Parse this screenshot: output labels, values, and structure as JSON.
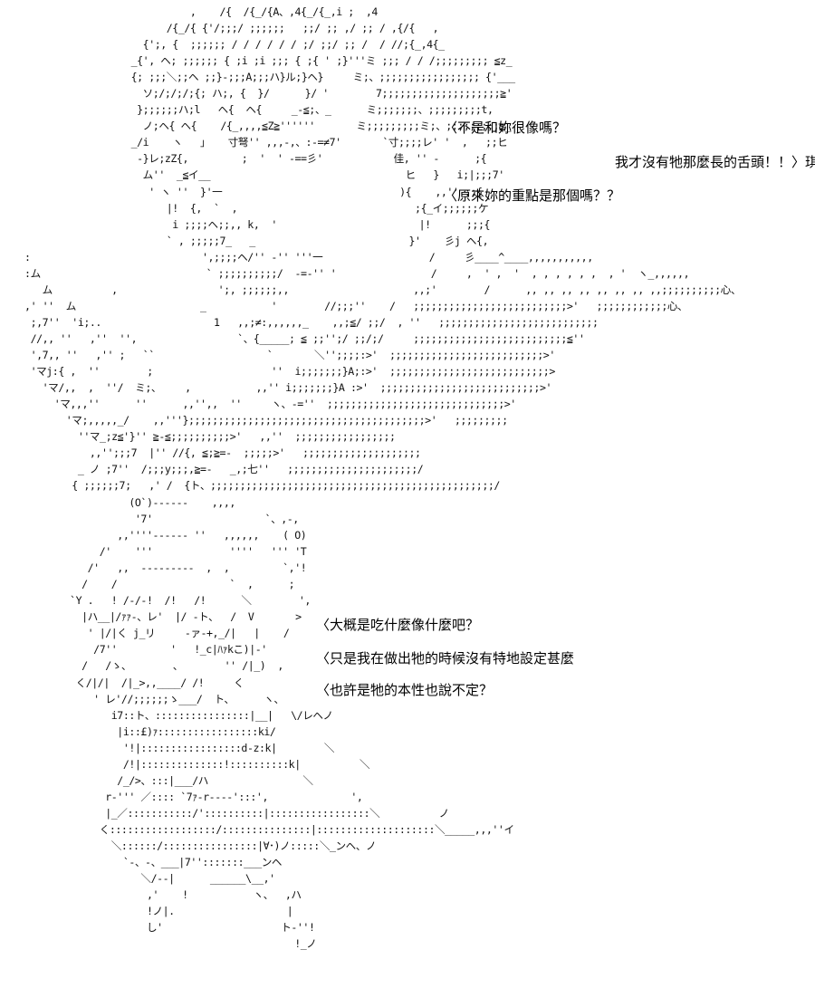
{
  "art_top": [
    "                              ,    /{  /{_/{A、,4{_/{_,i ;  ,4",
    "                          /{_/{ {'/;;;/ ;;;;;;   ;;/ ;; ,/ ;; / ,{/{   ,",
    "                      {';, {  ;;;;;; / / / / / / ;/ ;;/ ;; /  / //;{_,4{_",
    "                    _{', ヘ; ;;;;;; { ;i ;i ;;; { ;{ ' ;}'''ミ ;;; / / /;;;;;;;;; ≦z_",
    "                    {; ;;;＼;;ヘ ;;}-;;;A;;;ハ}ル;}ヘ}     ミ;、;;;;;;;;;;;;;;;;; {'___",
    "                      ソ;/;/;/;{; ハ;, {  }/      }/ '        7;;;;;;;;;;;;;;;;;;;;≧'",
    "                     };;;;;;ハ;l   ヘ{  ヘ{     _-≦;、_      ミ;;;;;;;、;;;;;;;;;t,",
    "                      ノ;ヘ{ ヘ{    /{_,,,,≦Z≧''''''       ミ;;;;;;;;;ミ;、;;;;;;;;;≦_",
    "                    _/i    ヽ   」   寸弩'' ,,,-,、:-=≠7'       `寸;;;;レ' '  ,   ;;ヒ",
    "                     -}レ;zZ{,         ;  '  ' -==彡'            佳, '' -      ;{",
    "                      ム''  _≦イ__                                 ヒ   }   i;|;;;7'",
    "                       ' ヽ ''  }'一                              ){    ,,'' ;;{",
    "                          |!  {,  `  ,                              ;{_イ;;;;;;ケ",
    "                           i ;;;;ヘ;;,, k,  '                        |!      ;;;{",
    "                          ` , ;;;;;7_   _                          }'    彡j ヘ{,",
    "  :                             ',;;;;ヘ/'' -'' '''一                  /     彡____^____,,,,,,,,,,,",
    "  :ム                            ` ;;;;;;;;;;/  -=-'' '                /     ,  ' ,  '  , , , , , ,  , '  ヽ_,,,,,,",
    "     ム          ,                 ';, ;;;;;;,,                     ,,;'        /      ,, ,, ,, ,, ,, ,, ,, ,,;;;;;;;;;;心、",
    "  ,' ''  ム                     _           '        //;;;''    /   ;;;;;;;;;;;;;;;;;;;;;;;;;;>'   ;;;;;;;;;;;;心、",
    "   ;,7''  'i;..                   1   ,,;≠:,,,,,,_    ,,;≦/ ;;/  , ''   ;;;;;;;;;;;;;;;;;;;;;;;;;;;",
    "   //,, ''   ,''  '',                 `、{_____; ≦ ;;'';/ ;;/;/     ;;;;;;;;;;;;;;;;;;;;;;;;;;≦''",
    "   ',7,, ''   ,'' ;   ``                   `       ＼'';;;;:>'  ;;;;;;;;;;;;;;;;;;;;;;;;;;>'",
    "   'マj:{ ,  ''        ;                    ''  i;;;;;;;}A;:>'  ;;;;;;;;;;;;;;;;;;;;;;;;;;;>",
    "     'マ/,,  ,  ''/  ミ;、    ,           ,,'' i;;;;;;;}A :>'  ;;;;;;;;;;;;;;;;;;;;;;;;;;;>'",
    "       'マ,,,''      ''      ,,'',,  ''     ヽ、-=''  ;;;;;;;;;;;;;;;;;;;;;;;;;;;;;;>'",
    "         'マ;,,,,,_/    ,,'''};;;;;;;;;;;;;;;;;;;;;;;;;;;;;;;;;;;;;;;;>'   ;;;;;;;;;",
    "           ''マ_;z≦'}'' ≧-≦;;;;;;;;;;>'   ,,''  ;;;;;;;;;;;;;;;;;",
    "             ,,'';;;7  |'' //{, ≦;≧=-  ;;;;;>'   ;;;;;;;;;;;;;;;;;;;;",
    "           _ ノ ;7''  /;;;y;;;,≧=-   _,;七''   ;;;;;;;;;;;;;;;;;;;;;;/",
    "          { ;;;;;;7;   ,' /  {ト、;;;;;;;;;;;;;;;;;;;;;;;;;;;;;;;;;;;;;;;;;;;;;;;;/"
  ],
  "art_bottom": [
    "            (O`)------    ,,,,",
    "             '7'                   `、,-,",
    "          ,,''''------ ''   ,,,,,,    ( O)",
    "       /'    '''             ''''   ''' 'T",
    "     /'   ,,  ---------  ,  ,         `,'!",
    "    /    /                   `  ,      ;",
    "  `Y .   ! /-/-!  /!   /!      ＼        ',",
    "    |ハ__|/ｧｧ-、レ'  |/ -ト、  /  V       >",
    "     ' |/|く j_リ     -ァ-+,_/|   |    /",
    "      /7''         '   !_c|ﾊｧkこ)|-'",
    "    /   /ゝ、       、       '' /|_)  ,",
    "   く/|/|  /|_>,,____/ /!     く",
    "      ' レ'//;;;;;;ゝ___/  ト、     ヽ、",
    "         i7::ト、::::::::::::::::|__|   \\/レヘノ",
    "          |i::£)ｧ:::::::::::::::::ki/",
    "           '!|:::::::::::::::::d-z:k|        ＼",
    "           /!|::::::::::::::!::::::::::k|          ＼",
    "          /_/>、:::|___/ハ                ＼",
    "        r-''' ／:::: `7ｧ-r----':::',              ',",
    "        |_／:::::::::::/'::::::::::|:::::::::::::::::＼          ノ",
    "       く::::::::::::::::::/:::::::::::::::|::::::::::::::::::::＼_____,,,''イ",
    "         ＼::::::/::::::::::::::::|∀･)ノ:::::＼_ンヘ、ノ",
    "           `-、-、___|7'':::::::___ンヘ",
    "              ＼/--|      ______\\__,'",
    "               ,'    !           ヽ、  ,ハ",
    "               !ノ|.                   |",
    "               し'                    ト-''!",
    "                                        !_ノ"
  ],
  "dialogue_top": [
    "〈不是和妳很像嗎？",
    "我才沒有牠那麼長的舌頭！！〉琪",
    "〈原來妳的重點是那個嗎？？"
  ],
  "dialogue_bottom": [
    "〈大概是吃什麼像什麼吧？",
    "〈只是我在做出牠的時候沒有特地設定甚麼",
    "〈也許是牠的本性也說不定？"
  ]
}
